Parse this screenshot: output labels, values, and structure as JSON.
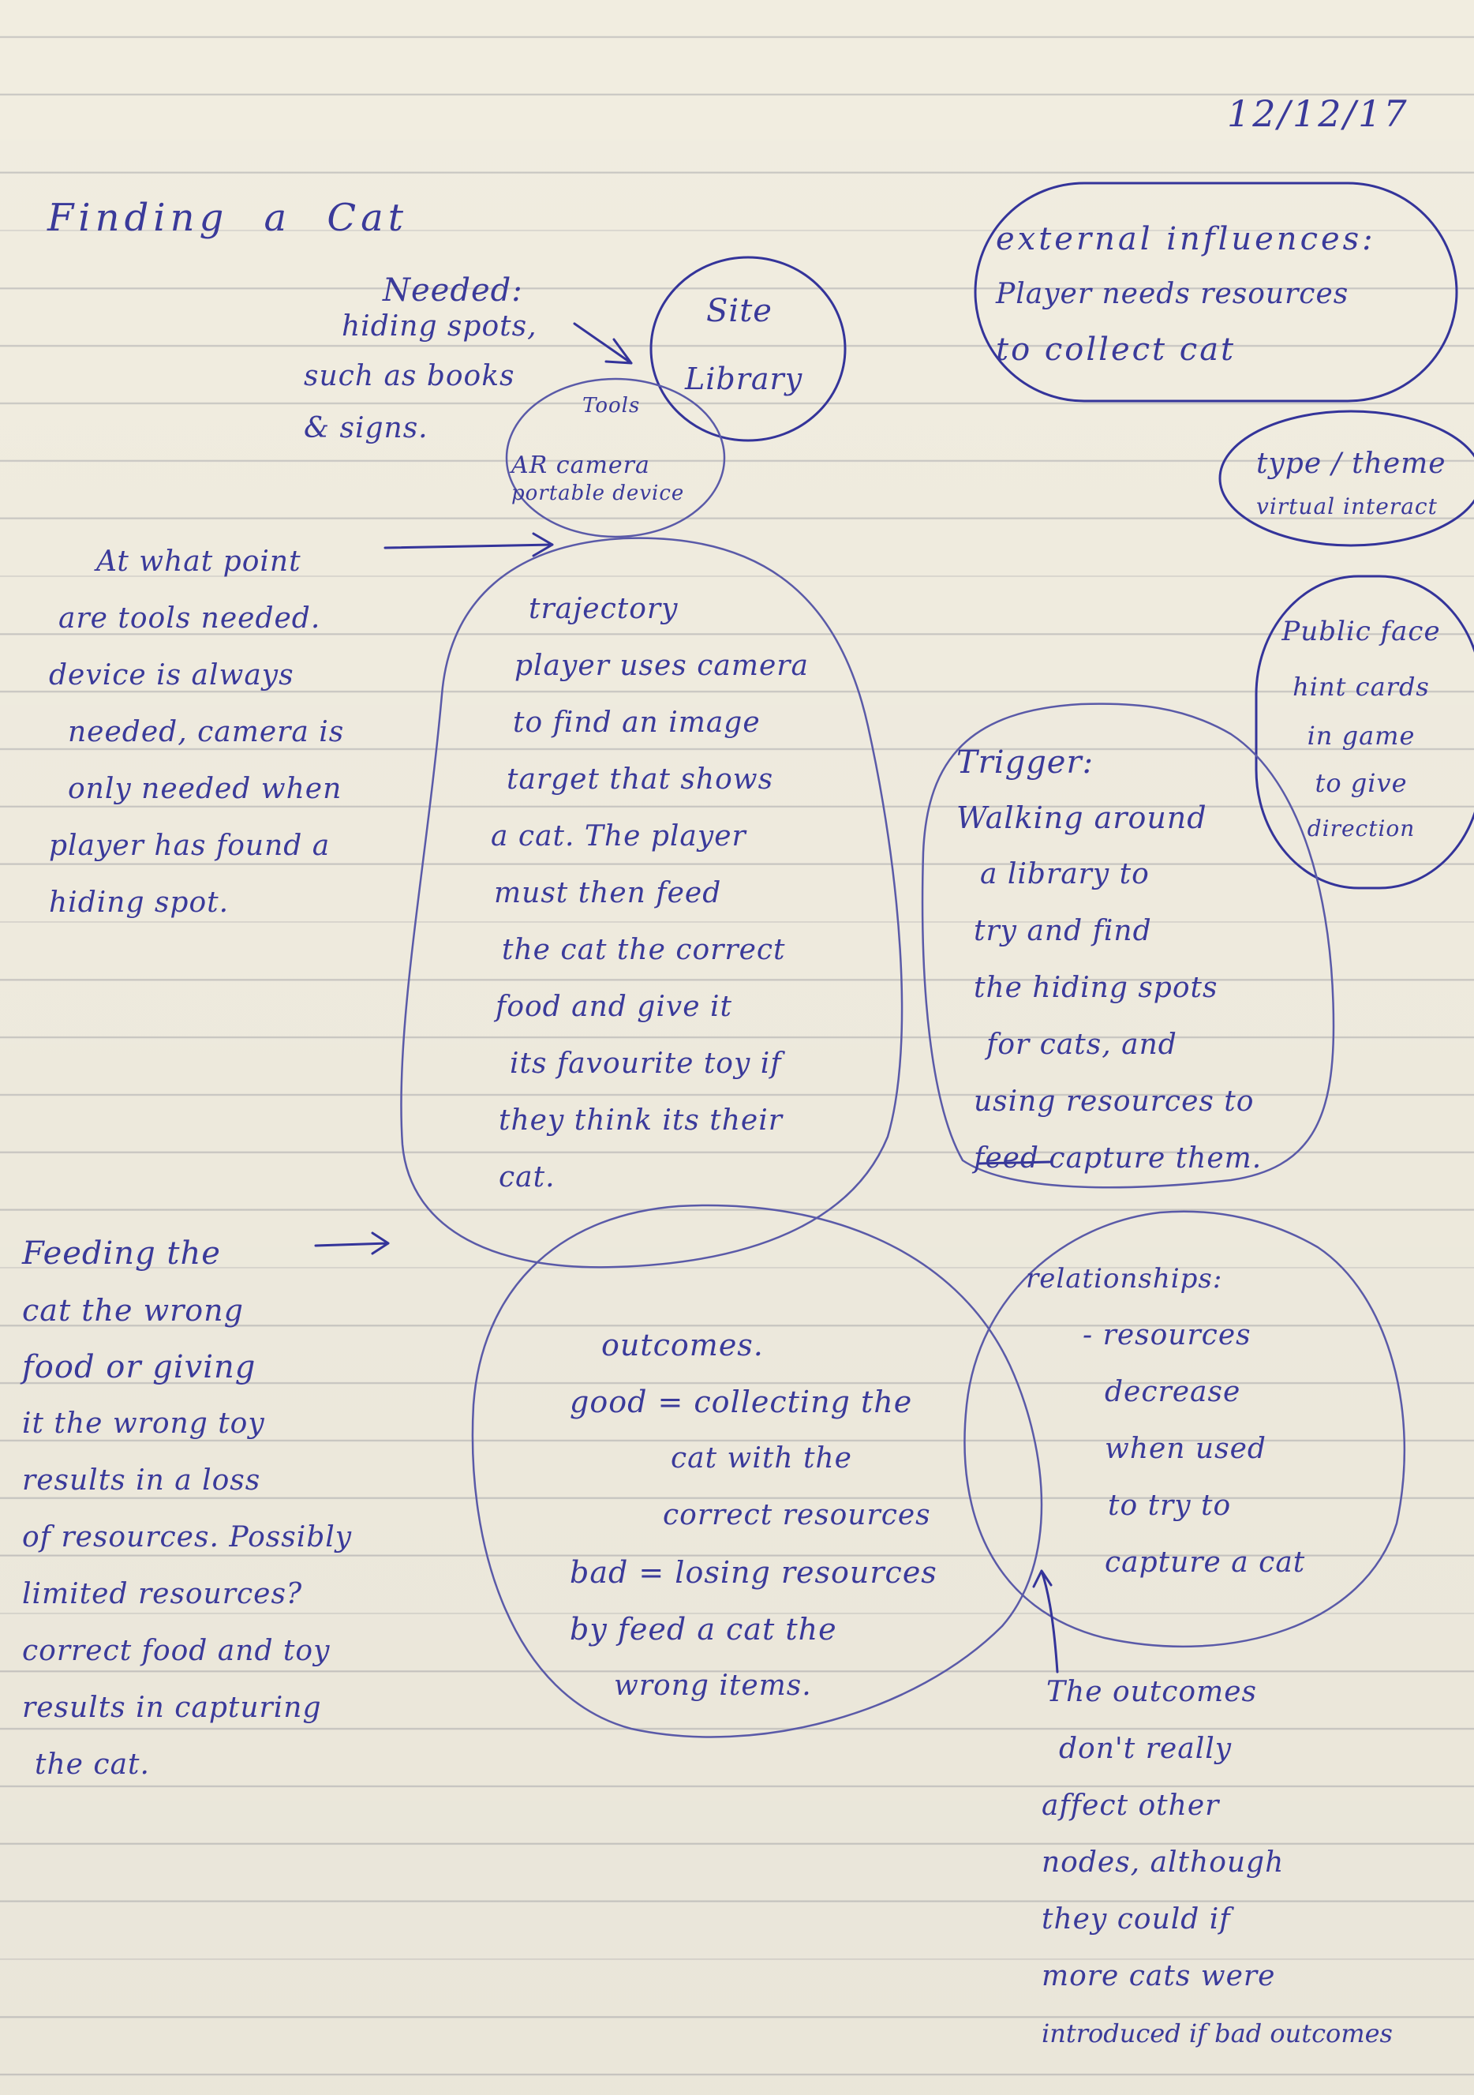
{
  "date": "12/12/17",
  "title": "Finding a Cat",
  "needed": {
    "label": "Needed:",
    "lines": [
      "hiding spots,",
      "such as books",
      "& signs."
    ]
  },
  "site": {
    "label": "Site",
    "value": "Library"
  },
  "tools": {
    "label": "Tools",
    "lines": [
      "AR camera",
      "portable device"
    ]
  },
  "external_influences": {
    "lines": [
      "external influences:",
      "Player needs resources",
      "to collect cat"
    ]
  },
  "type_theme": {
    "lines": [
      "type / theme",
      "virtual interact"
    ]
  },
  "public_face": {
    "lines": [
      "Public face",
      "hint cards",
      "in game",
      "to give",
      "direction"
    ]
  },
  "tools_question": {
    "lines": [
      "At what point",
      "are tools needed.",
      "device is always",
      "needed, camera is",
      "only needed when",
      "player has found a",
      "hiding spot."
    ]
  },
  "trajectory": {
    "lines": [
      "trajectory",
      "player uses camera",
      "to find an image",
      "target that shows",
      "a cat. The player",
      "must then feed",
      "the cat the correct",
      "food and give it",
      "its favourite toy if",
      "they think its their",
      "cat."
    ]
  },
  "trigger": {
    "lines": [
      "Trigger:",
      "Walking around",
      "a library to",
      "try and find",
      "the hiding spots",
      "for cats, and",
      "using resources to",
      "feed capture them."
    ]
  },
  "feeding_note": {
    "lines": [
      "Feeding the",
      "cat the wrong",
      "food or giving",
      "it the wrong toy",
      "results in a loss",
      "of resources. Possibly",
      "limited resources?",
      "correct food and toy",
      "results in capturing",
      "the cat."
    ]
  },
  "outcomes": {
    "lines": [
      "outcomes.",
      "good = collecting the",
      "cat with the",
      "correct resources",
      "bad = losing resources",
      "by feed a cat the",
      "wrong items."
    ]
  },
  "relationships": {
    "lines": [
      "relationships:",
      "- resources",
      "decrease",
      "when used",
      "to try to",
      "capture a cat"
    ]
  },
  "outcomes_note": {
    "lines": [
      "The outcomes",
      "don't really",
      "affect other",
      "nodes, although",
      "they could if",
      "more cats were",
      "introduced if bad outcomes"
    ]
  }
}
